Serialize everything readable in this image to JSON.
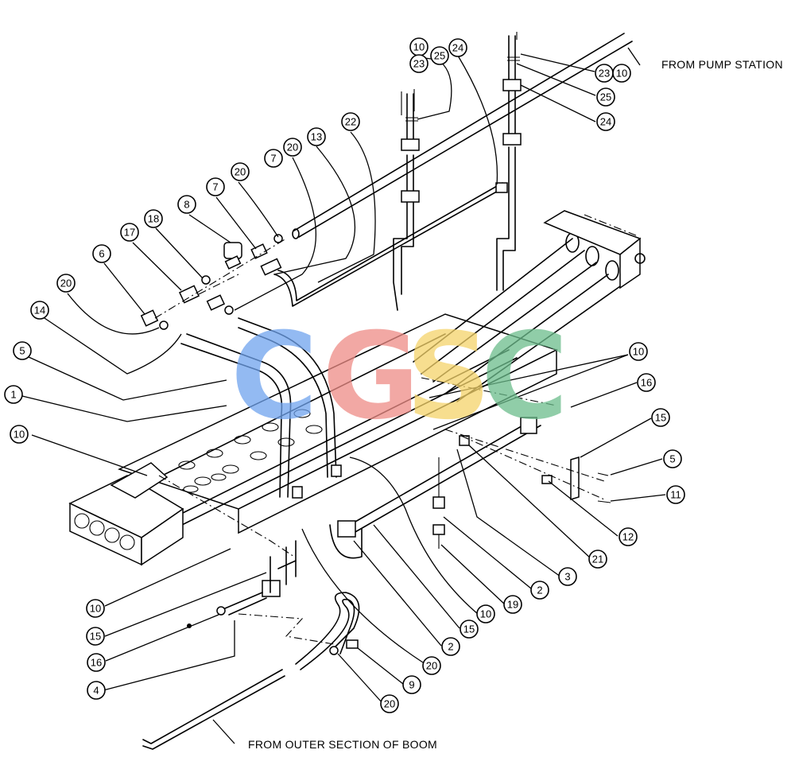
{
  "labels": {
    "from_pump_station": "FROM PUMP STATION",
    "from_outer_section": "FROM OUTER SECTION OF BOOM"
  },
  "watermark": {
    "letters": [
      "C",
      "G",
      "S",
      "C"
    ],
    "colors": [
      "#6fa3ee",
      "#ee8c86",
      "#f5d36a",
      "#6cbd8c"
    ]
  },
  "bubbles": [
    {
      "id": "b1",
      "n": "10"
    },
    {
      "id": "b2",
      "n": "23"
    },
    {
      "id": "b3",
      "n": "25"
    },
    {
      "id": "b4",
      "n": "24"
    },
    {
      "id": "b5",
      "n": "23"
    },
    {
      "id": "b6",
      "n": "10"
    },
    {
      "id": "b7",
      "n": "25"
    },
    {
      "id": "b8",
      "n": "24"
    },
    {
      "id": "b9",
      "n": "22"
    },
    {
      "id": "b10",
      "n": "13"
    },
    {
      "id": "b11",
      "n": "20"
    },
    {
      "id": "b12",
      "n": "7"
    },
    {
      "id": "b13",
      "n": "20"
    },
    {
      "id": "b14",
      "n": "7"
    },
    {
      "id": "b15",
      "n": "8"
    },
    {
      "id": "b16",
      "n": "18"
    },
    {
      "id": "b17",
      "n": "17"
    },
    {
      "id": "b18",
      "n": "6"
    },
    {
      "id": "b19",
      "n": "20"
    },
    {
      "id": "b20",
      "n": "14"
    },
    {
      "id": "b21",
      "n": "5"
    },
    {
      "id": "b22",
      "n": "1"
    },
    {
      "id": "b23",
      "n": "10"
    },
    {
      "id": "b24",
      "n": "10"
    },
    {
      "id": "b25",
      "n": "16"
    },
    {
      "id": "b26",
      "n": "15"
    },
    {
      "id": "b27",
      "n": "5"
    },
    {
      "id": "b28",
      "n": "11"
    },
    {
      "id": "b29",
      "n": "12"
    },
    {
      "id": "b30",
      "n": "21"
    },
    {
      "id": "b31",
      "n": "3"
    },
    {
      "id": "b32",
      "n": "2"
    },
    {
      "id": "b33",
      "n": "19"
    },
    {
      "id": "b34",
      "n": "10"
    },
    {
      "id": "b35",
      "n": "15"
    },
    {
      "id": "b36",
      "n": "2"
    },
    {
      "id": "b37",
      "n": "20"
    },
    {
      "id": "b38",
      "n": "9"
    },
    {
      "id": "b39",
      "n": "20"
    },
    {
      "id": "b40",
      "n": "10"
    },
    {
      "id": "b41",
      "n": "15"
    },
    {
      "id": "b42",
      "n": "16"
    },
    {
      "id": "b43",
      "n": "4"
    }
  ]
}
